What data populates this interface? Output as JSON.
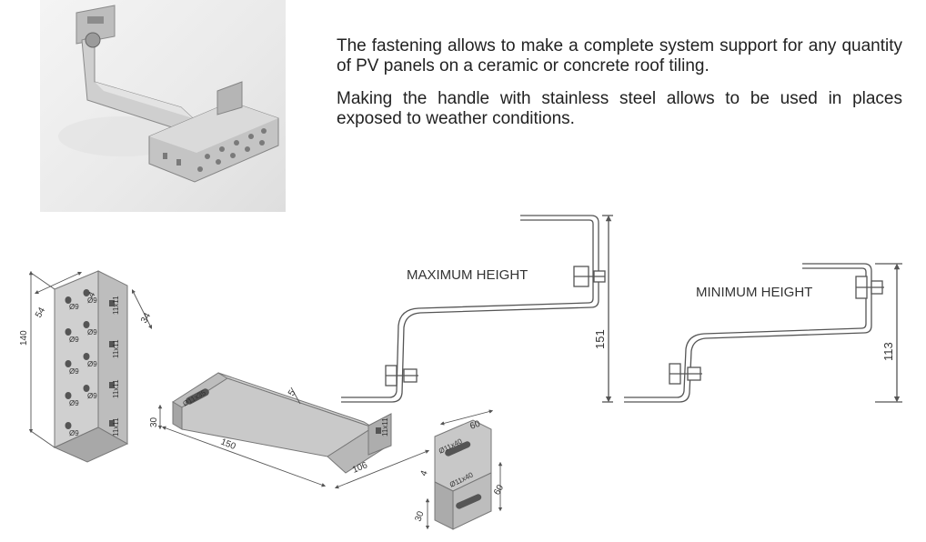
{
  "description": {
    "paragraph_1": "The fastening allows to make a complete system support for any quantity of PV panels on a ceramic  or concrete roof tiling.",
    "paragraph_2": "Making the handle with stainless steel allows to be used in places exposed to weather conditions."
  },
  "views": {
    "max": {
      "label": "MAXIMUM HEIGHT",
      "dimension": "151"
    },
    "min": {
      "label": "MINIMUM HEIGHT",
      "dimension": "113"
    }
  },
  "base_plate": {
    "dims": [
      "140",
      "54",
      "34",
      "4"
    ],
    "hole_labels": [
      "Ø9",
      "Ø9",
      "Ø9",
      "Ø9",
      "Ø9",
      "Ø9",
      "Ø9",
      "Ø9",
      "Ø9"
    ],
    "slot_labels": [
      "11x11",
      "11x11",
      "11x11",
      "11x11"
    ]
  },
  "hook": {
    "dims": [
      "150",
      "106",
      "30",
      "5"
    ],
    "slot_labels": [
      "Ø11x35",
      "11x11"
    ]
  },
  "clip": {
    "dims": [
      "60",
      "60",
      "30",
      "4"
    ],
    "slot_labels": [
      "Ø11x40",
      "Ø11x40"
    ]
  },
  "colors": {
    "text": "#222222",
    "line": "#555555",
    "metal": "#c9c9c9",
    "metal_dark": "#9a9a9a"
  }
}
